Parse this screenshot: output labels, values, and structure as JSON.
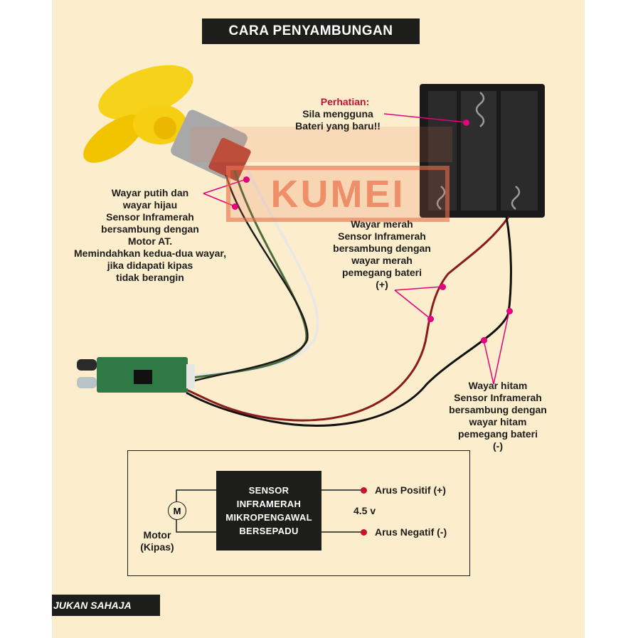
{
  "title": "CARA PENYAMBUNGAN",
  "watermark": "KUMEI",
  "notes": {
    "attention_heading": "Perhatian:",
    "attention_body": "Sila mengguna\nBateri yang baru!!",
    "white_green_wire": "Wayar putih dan\nwayar hijau\nSensor Inframerah\nbersambung dengan\nMotor AT.\nMemindahkan kedua-dua wayar,\njika didapati kipas\ntidak berangin",
    "red_wire": "Wayar merah\nSensor Inframerah\nbersambung dengan\nwayar merah\npemegang bateri\n(+)",
    "black_wire": "Wayar hitam\nSensor Inframerah\nbersambung dengan\nwayar hitam\npemegang bateri\n(-)"
  },
  "schematic": {
    "ic_label": "SENSOR\nINFRAMERAH\nMIKROPENGAWAL\nBERSEPADU",
    "motor_symbol": "M",
    "motor_label": "Motor\n(Kipas)",
    "positive_label": "Arus Positif (+)",
    "negative_label": "Arus Negatif (-)",
    "voltage": "4.5 v"
  },
  "footer": "JUKAN SAHAJA",
  "colors": {
    "background": "#fcedcc",
    "banner": "#1d1d1b",
    "pointer": "#e6007e",
    "attention": "#c8102e",
    "terminal": "#c8102e",
    "watermark": "#e97148"
  }
}
